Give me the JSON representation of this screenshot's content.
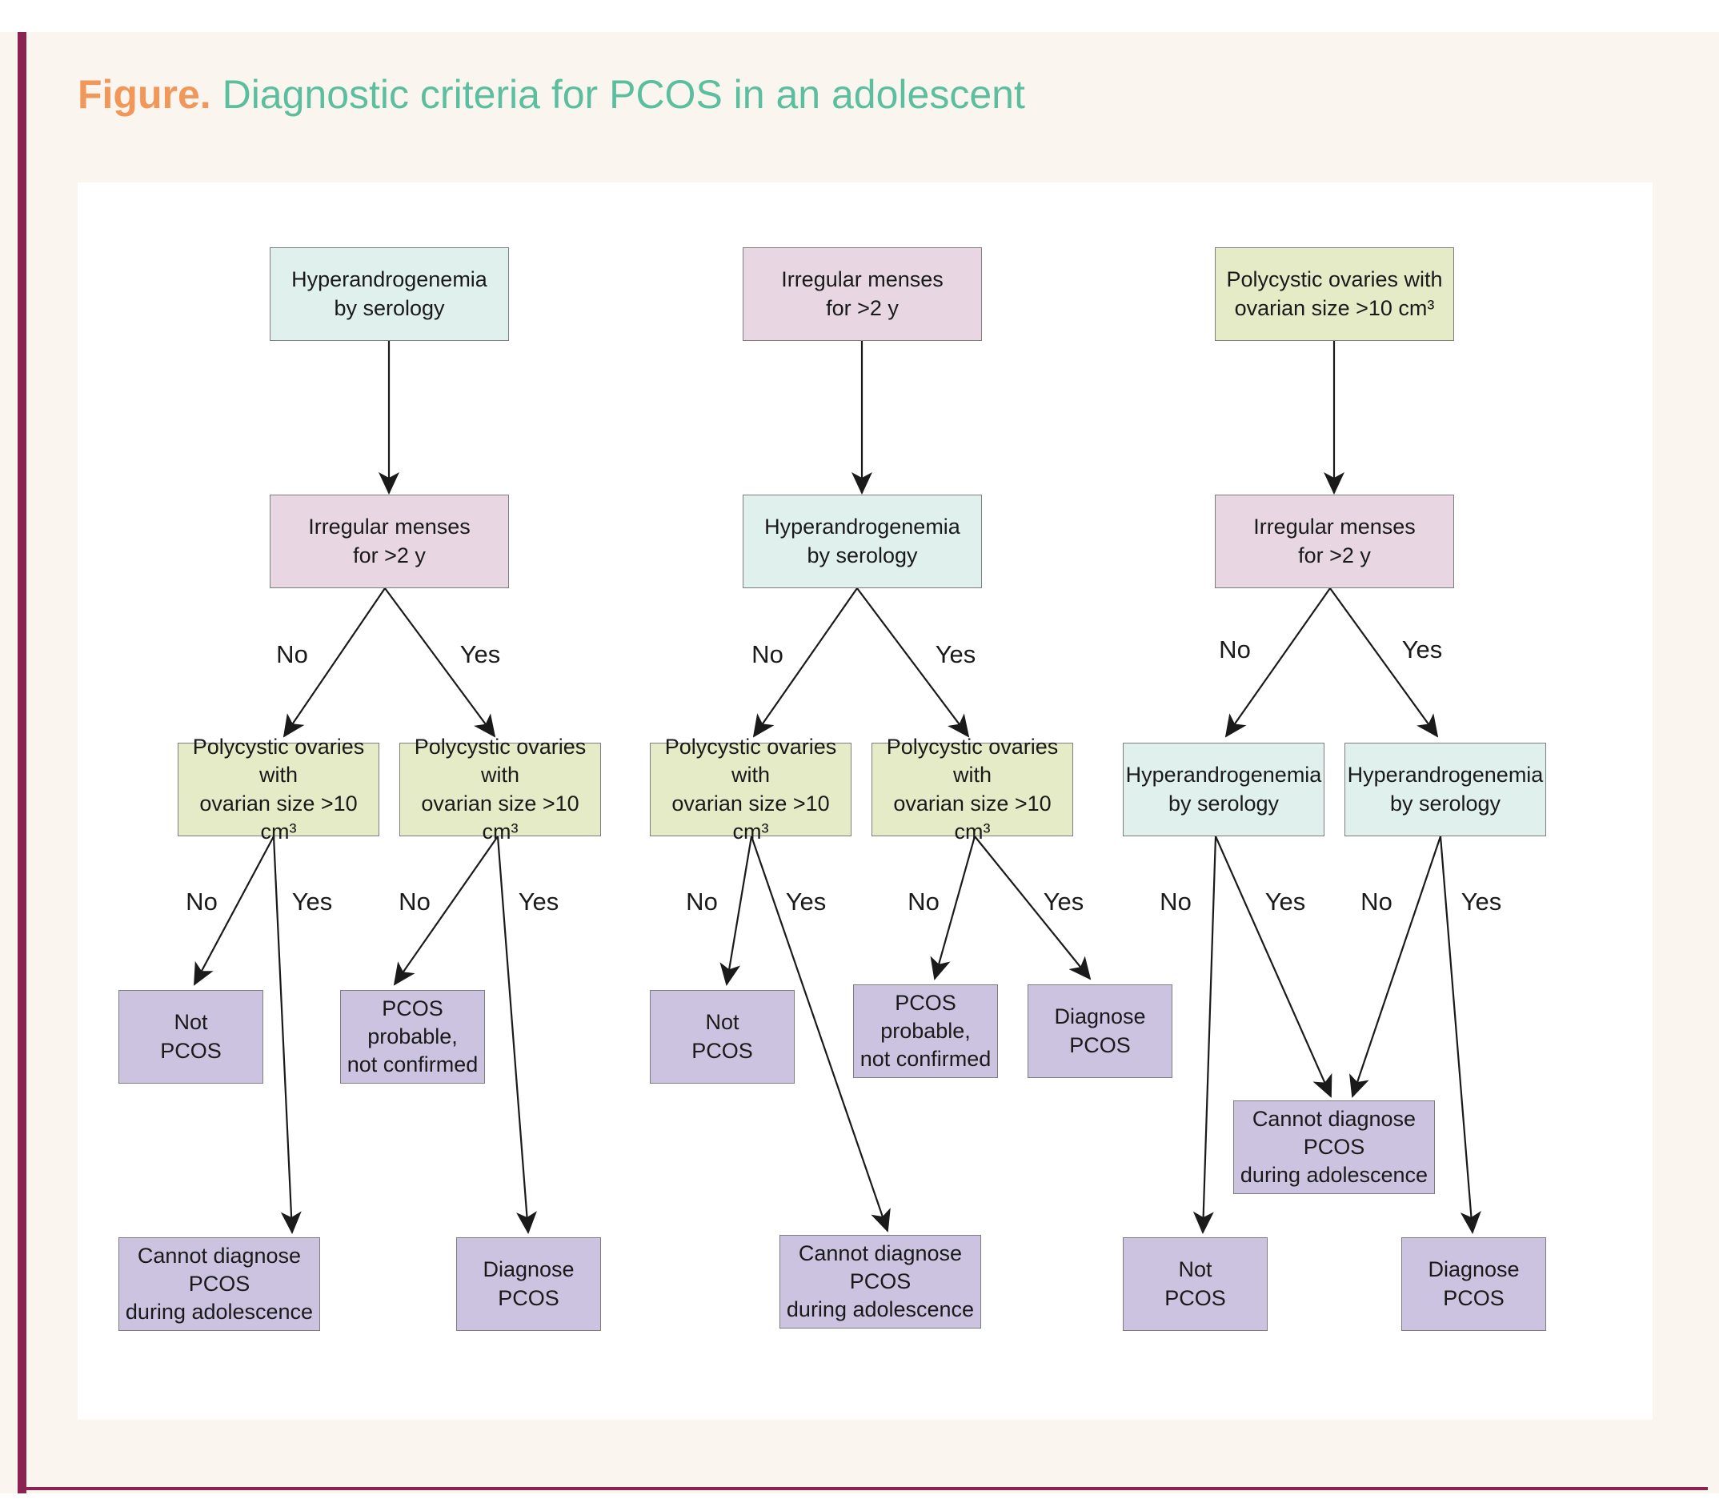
{
  "title": {
    "prefix": "Figure.",
    "text": "Diagnostic criteria for PCOS in an adolescent"
  },
  "colors": {
    "mint": "#e0f0ec",
    "pink": "#e8d7e3",
    "olive": "#e6ebc7",
    "lavender": "#cbc3e0",
    "frame_bar": "#8b2252",
    "title_orange": "#f1975a",
    "title_teal": "#5bbf9f"
  },
  "nodes": {
    "a_root": "Hyperandrogenemia\nby serology",
    "a_menses": "Irregular menses\nfor >2 y",
    "a_ovary_no": "Polycystic ovaries with\novarian size >10 cm³",
    "a_ovary_yes": "Polycystic ovaries with\novarian size >10 cm³",
    "a_not": "Not\nPCOS",
    "a_cannot": "Cannot diagnose PCOS\nduring adolescence",
    "a_probable": "PCOS probable,\nnot confirmed",
    "a_diagnose": "Diagnose\nPCOS",
    "b_root": "Irregular menses\nfor >2 y",
    "b_hyper": "Hyperandrogenemia\nby serology",
    "b_ovary_no": "Polycystic ovaries with\novarian size >10 cm³",
    "b_ovary_yes": "Polycystic ovaries with\novarian size >10 cm³",
    "b_not": "Not\nPCOS",
    "b_cannot": "Cannot diagnose PCOS\nduring adolescence",
    "b_probable": "PCOS probable,\nnot confirmed",
    "b_diagnose": "Diagnose\nPCOS",
    "c_root": "Polycystic ovaries with\novarian size >10 cm³",
    "c_menses": "Irregular menses\nfor >2 y",
    "c_hyper_no": "Hyperandrogenemia\nby serology",
    "c_hyper_yes": "Hyperandrogenemia\nby serology",
    "c_cannot": "Cannot diagnose PCOS\nduring adolescence",
    "c_not": "Not\nPCOS",
    "c_diagnose": "Diagnose\nPCOS"
  },
  "labels": {
    "no": "No",
    "yes": "Yes"
  },
  "edges": [
    {
      "from": "a_root",
      "to": "a_menses",
      "label": ""
    },
    {
      "from": "a_menses",
      "to": "a_ovary_no",
      "label": "no"
    },
    {
      "from": "a_menses",
      "to": "a_ovary_yes",
      "label": "yes"
    },
    {
      "from": "a_ovary_no",
      "to": "a_not",
      "label": "no"
    },
    {
      "from": "a_ovary_no",
      "to": "a_cannot",
      "label": "yes"
    },
    {
      "from": "a_ovary_yes",
      "to": "a_probable",
      "label": "no"
    },
    {
      "from": "a_ovary_yes",
      "to": "a_diagnose",
      "label": "yes"
    },
    {
      "from": "b_root",
      "to": "b_hyper",
      "label": ""
    },
    {
      "from": "b_hyper",
      "to": "b_ovary_no",
      "label": "no"
    },
    {
      "from": "b_hyper",
      "to": "b_ovary_yes",
      "label": "yes"
    },
    {
      "from": "b_ovary_no",
      "to": "b_not",
      "label": "no"
    },
    {
      "from": "b_ovary_no",
      "to": "b_cannot",
      "label": "yes"
    },
    {
      "from": "b_ovary_yes",
      "to": "b_probable",
      "label": "no"
    },
    {
      "from": "b_ovary_yes",
      "to": "b_diagnose",
      "label": "yes"
    },
    {
      "from": "c_root",
      "to": "c_menses",
      "label": ""
    },
    {
      "from": "c_menses",
      "to": "c_hyper_no",
      "label": "no"
    },
    {
      "from": "c_menses",
      "to": "c_hyper_yes",
      "label": "yes"
    },
    {
      "from": "c_hyper_no",
      "to": "c_not",
      "label": "no"
    },
    {
      "from": "c_hyper_no",
      "to": "c_cannot",
      "label": "yes"
    },
    {
      "from": "c_hyper_yes",
      "to": "c_cannot",
      "label": "no"
    },
    {
      "from": "c_hyper_yes",
      "to": "c_diagnose",
      "label": "yes"
    }
  ]
}
